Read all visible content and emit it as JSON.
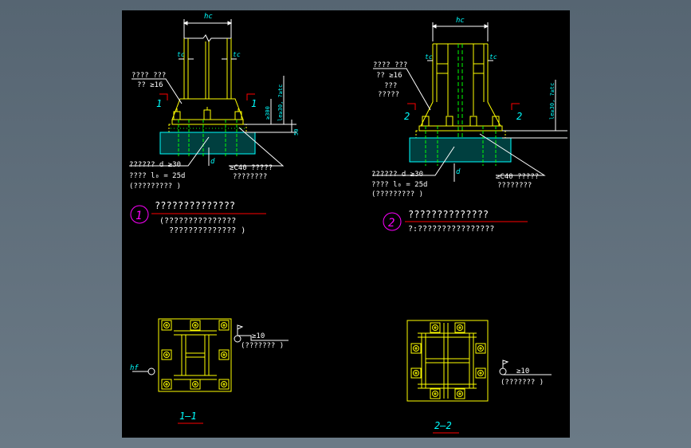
{
  "viewport": {
    "bg": "#000000",
    "frame_bg": "#5f6e7a"
  },
  "colors": {
    "yellow": "#ffff00",
    "green": "#00ff00",
    "cyan": "#00ffff",
    "red": "#ff0000",
    "white": "#ffffff",
    "magenta": "#ff00ff",
    "teal": "#008080"
  },
  "detail1": {
    "dim_hc": "hc",
    "tc_left": "tc",
    "tc_right": "tc",
    "note_top_1": "???? ???",
    "note_top_2": "?? ≥16",
    "section_left": "1",
    "section_right": "1",
    "dim_v1": "≥300",
    "dim_v2": "le≥30, ?≥tc",
    "dim_50": "50",
    "note_bot_1": "?????? d ≥30",
    "note_bot_2": "???? l₀ = 25d",
    "note_bot_3": "(????????? )",
    "note_right_1": "≥C40 ?????",
    "note_right_2": "????????",
    "dim_d": "d",
    "label_num": "1",
    "title": "??????????????",
    "sub_1": "(???????????????",
    "sub_2": "??????????????  )"
  },
  "detail2": {
    "dim_hc": "hc",
    "tc_left": "tc",
    "tc_right": "tc",
    "note_top_1": "???? ???",
    "note_top_2": "?? ≥16",
    "note_top_3": "???",
    "note_top_4": "?????",
    "section_left": "2",
    "section_right": "2",
    "dim_v2": "le≥30, ?≥tc",
    "note_bot_1": "?????? d ≥30",
    "note_bot_2": "???? l₀ = 25d",
    "note_bot_3": "(????????? )",
    "note_right_1": "≥C40 ?????",
    "note_right_2": "????????",
    "dim_d": "d",
    "label_num": "2",
    "title": "??????????????",
    "sub_1": "?:????????????????"
  },
  "section11": {
    "weld": "≥10",
    "note": "(??????? )",
    "dim_hf": "hf",
    "title": "1—1"
  },
  "section22": {
    "weld": "≥10",
    "note": "(??????? )",
    "title": "2—2"
  }
}
